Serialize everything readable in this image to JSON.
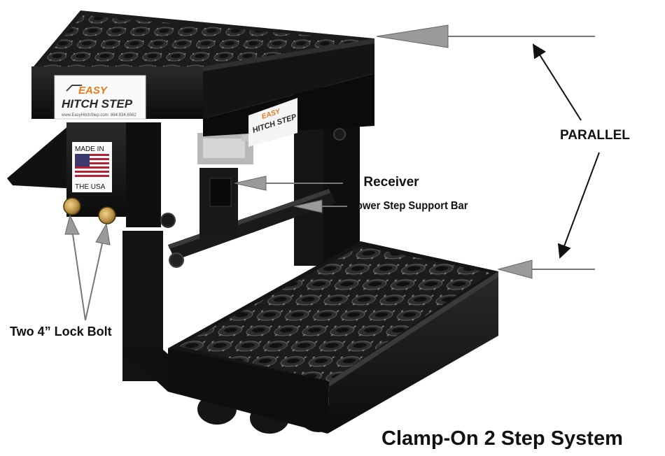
{
  "labels": {
    "parallel": "PARALLEL",
    "receiver": "2” Receiver",
    "lower_bar": "Lower Step Support Bar",
    "bolts": "Two 4” Lock Bolt",
    "title": "Clamp-On 2 Step System"
  },
  "decals": {
    "brand_main": "EASY",
    "brand_sub": "HITCH STEP",
    "website": "www.EasyHitchStep.com",
    "phone": "864.934.6562",
    "flag_top": "MADE IN",
    "flag_bottom": "THE USA"
  },
  "colors": {
    "steel": "#141414",
    "tread": "#1f1f1f",
    "arrow": "#9a9a9a",
    "bolt_brass": "#b99245",
    "brand_orange": "#e47b1c"
  }
}
